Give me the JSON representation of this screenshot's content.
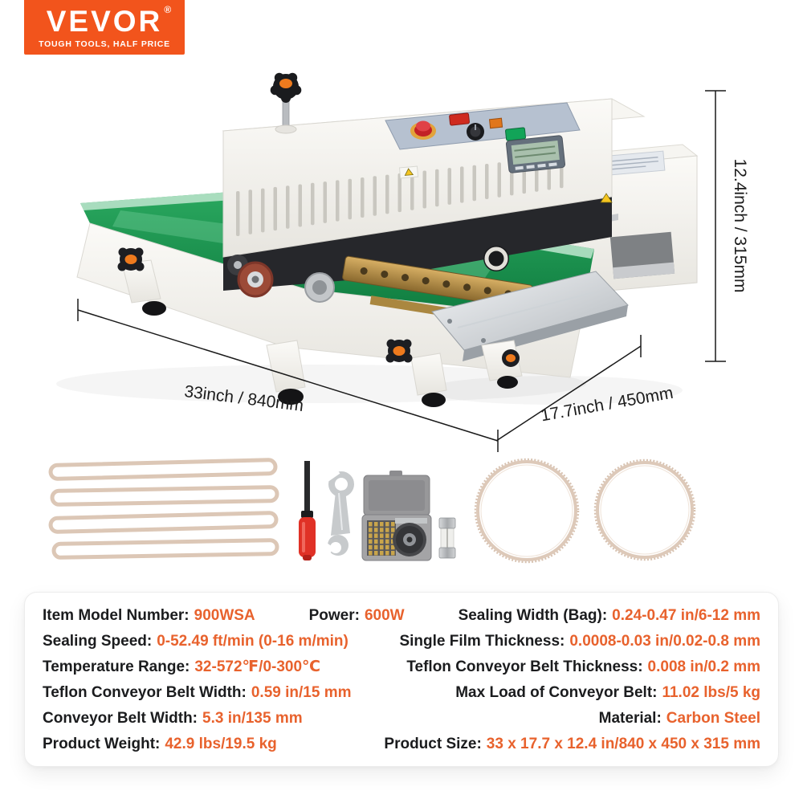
{
  "brand": {
    "name": "VEVOR",
    "registered": "®",
    "tagline": "TOUGH TOOLS, HALF PRICE"
  },
  "dimensions": {
    "height": "12.4inch / 315mm",
    "length": "33inch / 840mm",
    "depth": "17.7inch / 450mm"
  },
  "specs": {
    "rows": [
      {
        "cells": [
          {
            "label": "Item Model Number:",
            "value": "900WSA"
          },
          {
            "label": "Power:",
            "value": "600W"
          },
          {
            "label": "Sealing Width (Bag):",
            "value": "0.24-0.47 in/6-12 mm"
          }
        ]
      },
      {
        "cells": [
          {
            "label": "Sealing Speed:",
            "value": "0-52.49 ft/min (0-16 m/min)"
          },
          {
            "label": "Single Film Thickness:",
            "value": "0.0008-0.03 in/0.02-0.8 mm"
          }
        ]
      },
      {
        "cells": [
          {
            "label": "Temperature Range:",
            "value": "32-572℉/0-300℃"
          },
          {
            "label": "Teflon Conveyor Belt Thickness:",
            "value": "0.008 in/0.2 mm"
          }
        ]
      },
      {
        "cells": [
          {
            "label": "Teflon Conveyor Belt Width:",
            "value": "0.59 in/15 mm"
          },
          {
            "label": "Max Load of Conveyor Belt:",
            "value": "11.02 lbs/5 kg"
          }
        ]
      },
      {
        "cells": [
          {
            "label": "Conveyor Belt Width:",
            "value": "5.3 in/135 mm"
          },
          {
            "label": "Material:",
            "value": "Carbon Steel"
          }
        ]
      },
      {
        "cells": [
          {
            "label": "Product Weight:",
            "value": "42.9 lbs/19.5 kg"
          },
          {
            "label": "Product Size:",
            "value": "33 x 17.7 x 12.4 in/840 x 450 x 315 mm"
          }
        ]
      }
    ]
  },
  "colors": {
    "accent": "#F2541C",
    "value_text": "#E8622D",
    "label_text": "#1B1C1E",
    "belt_green": "#1E9C55",
    "machine_body": "#F4F3EE"
  }
}
